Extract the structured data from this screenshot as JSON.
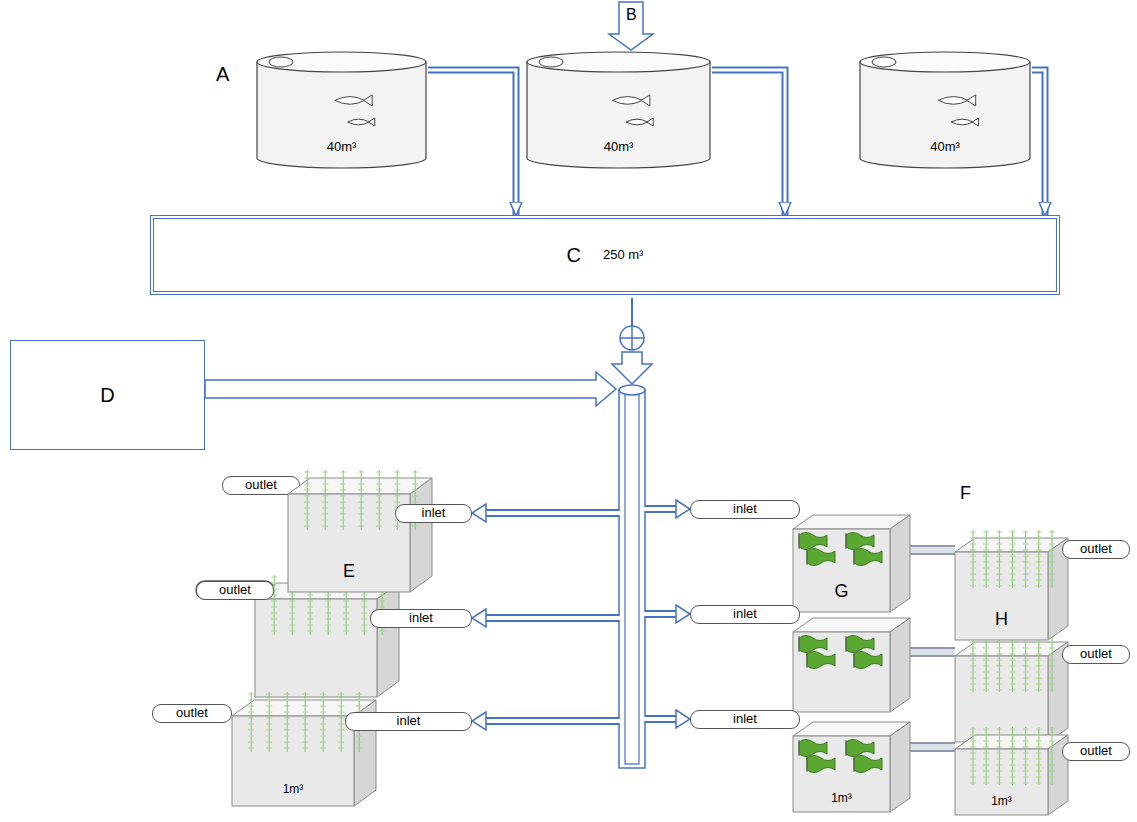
{
  "diagram": {
    "nodes": [
      {
        "text": [
          "40m³"
        ]
      },
      {
        "text": [
          "40m³"
        ]
      },
      {
        "text": [
          "40m³"
        ]
      },
      {
        "text": [
          "C",
          "250 m³"
        ]
      },
      {
        "text": [
          "D"
        ]
      },
      {
        "text": [
          "outlet"
        ]
      },
      {
        "text": [
          "E"
        ]
      },
      {
        "text": [
          "inlet"
        ]
      },
      {
        "text": [
          "inlet"
        ]
      },
      {
        "text": [
          "G"
        ]
      },
      {
        "text": [
          "H"
        ]
      },
      {
        "text": [
          "outlet"
        ]
      },
      {
        "text": [
          "outlet"
        ]
      },
      {
        "text": [
          "inlet"
        ]
      },
      {
        "text": [
          "inlet"
        ]
      },
      {
        "text": [
          "outlet"
        ]
      },
      {
        "text": [
          "outlet"
        ]
      },
      {
        "text": [
          "1m³"
        ]
      },
      {
        "text": [
          "inlet"
        ]
      },
      {
        "text": [
          "inlet"
        ]
      },
      {
        "text": [
          "1m³"
        ]
      },
      {
        "text": [
          "1m³"
        ]
      },
      {
        "text": [
          "outlet"
        ]
      }
    ],
    "edges": [
      {
        "from": 0,
        "to": 3,
        "arrow": "to"
      },
      {
        "from": 1,
        "to": 3,
        "arrow": "to"
      },
      {
        "from": 2,
        "to": 3,
        "arrow": "to"
      },
      {
        "from": 9,
        "to": 10,
        "arrow": "none"
      },
      {
        "from": 20,
        "to": 21,
        "arrow": "none"
      }
    ],
    "labels": [
      "A",
      "B",
      "F"
    ]
  }
}
